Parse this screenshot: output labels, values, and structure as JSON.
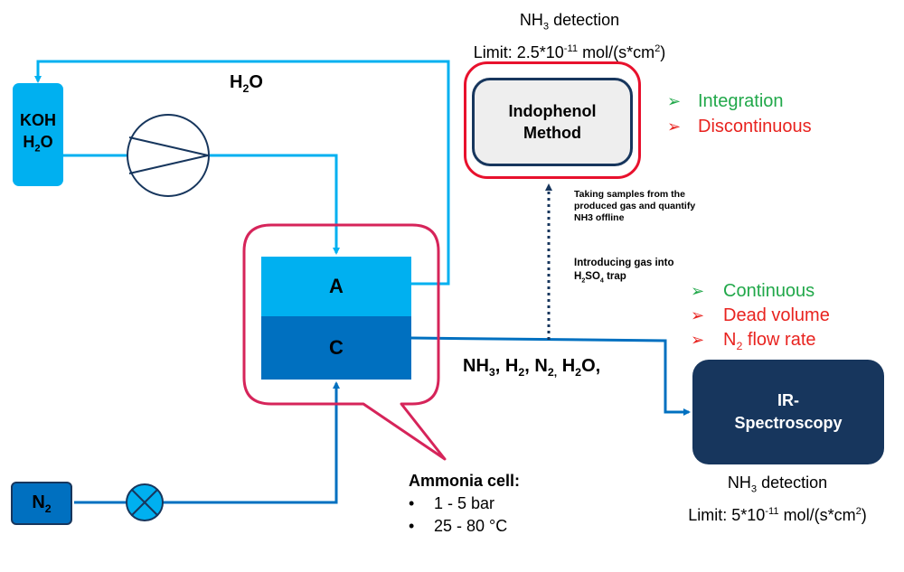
{
  "top_detection": {
    "line1_pre": "NH",
    "line1_sub": "3",
    "line1_post": " detection",
    "line2_pre": "Limit: 2.5*10",
    "line2_exp": "-11",
    "line2_mid": " mol/(s*cm",
    "line2_exp2": "2",
    "line2_post": ")"
  },
  "indophenol": {
    "line1": "Indophenol",
    "line2": "Method"
  },
  "indophenol_notes": [
    {
      "symbol": "➢",
      "text": "Integration",
      "color": "#21a84a"
    },
    {
      "symbol": "➢",
      "text": "Discontinuous",
      "color": "#e8231f"
    }
  ],
  "koh_tank": {
    "line1": "KOH",
    "line2_pre": "H",
    "line2_sub": "2",
    "line2_post": "O"
  },
  "water_label": {
    "pre": "H",
    "sub": "2",
    "post": "O"
  },
  "cell": {
    "anode": "A",
    "cathode": "C"
  },
  "sampling_note": {
    "line1": "Taking samples from the",
    "line2": "produced gas and quantify",
    "line3": "NH3 offline"
  },
  "trap_note": {
    "line1": "Introducing gas into",
    "line2_a": "H",
    "line2_s1": "2",
    "line2_b": "SO",
    "line2_s2": "4",
    "line2_c": " trap"
  },
  "ir_notes": [
    {
      "symbol": "➢",
      "text": "Continuous",
      "sub": "",
      "post": "",
      "color": "#21a84a"
    },
    {
      "symbol": "➢",
      "text": "Dead volume",
      "sub": "",
      "post": "",
      "color": "#e8231f"
    },
    {
      "symbol": "➢",
      "text": "N",
      "sub": "2",
      "post": " flow rate",
      "color": "#e8231f"
    }
  ],
  "gas_mix": {
    "p1": "NH",
    "s1": "3",
    "p2": ", H",
    "s2": "2",
    "p3": ", N",
    "s3": "2,",
    "p4": " H",
    "s4": "2",
    "p5": "O,"
  },
  "ir": {
    "line1": "IR-",
    "line2": "Spectroscopy"
  },
  "bottom_detection": {
    "line1_pre": "NH",
    "line1_sub": "3",
    "line1_post": " detection",
    "line2_pre": "Limit: 5*10",
    "line2_exp": "-11",
    "line2_mid": " mol/(s*cm",
    "line2_exp2": "2",
    "line2_post": ")"
  },
  "n2_tank": {
    "pre": "N",
    "sub": "2"
  },
  "ammonia_cell": {
    "title": "Ammonia cell:",
    "bullets": [
      {
        "bullet": "•",
        "text": "1 - 5 bar"
      },
      {
        "bullet": "•",
        "text": "25 - 80 °C"
      }
    ]
  },
  "colors": {
    "light_blue": "#00b0f0",
    "mid_blue": "#0070c0",
    "dark_navy": "#17365d",
    "red_outline": "#e8112d",
    "callout_outline": "#d6245a",
    "green": "#21a84a",
    "red_text": "#e8231f"
  }
}
